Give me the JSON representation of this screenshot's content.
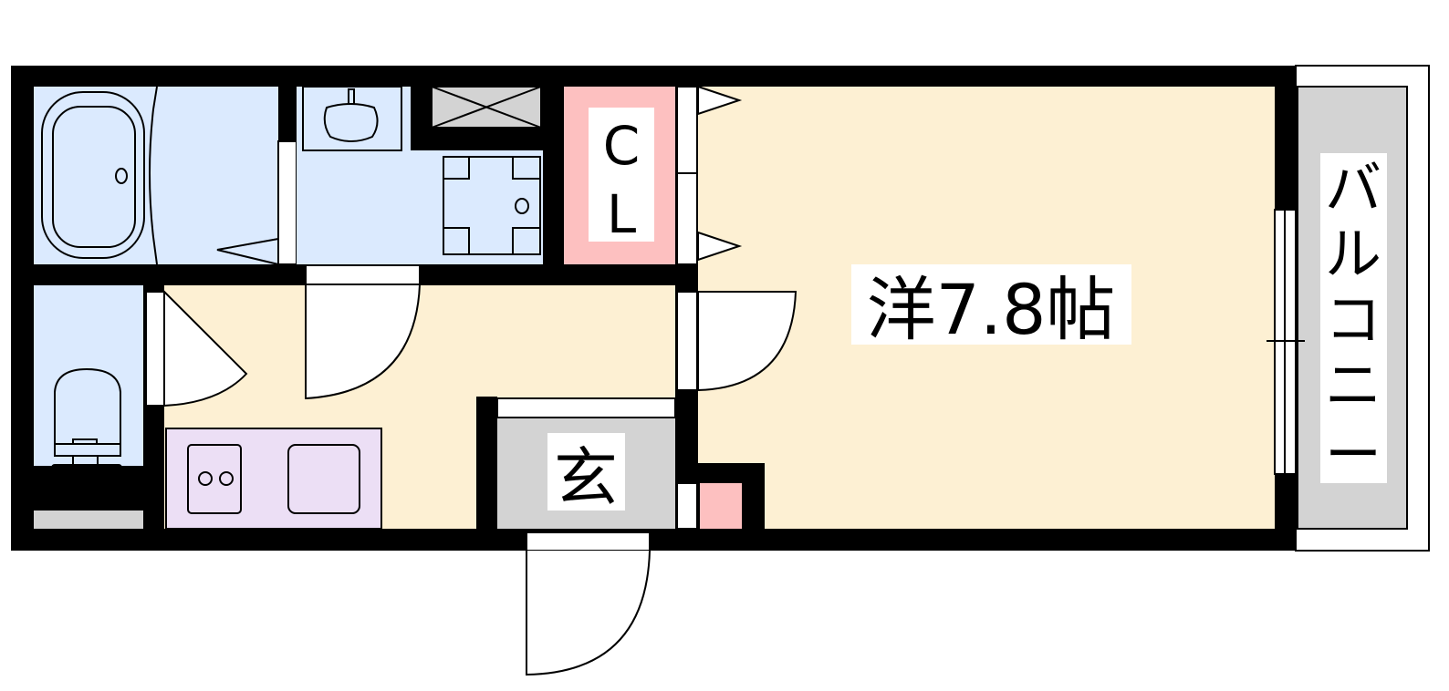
{
  "floor_plan": {
    "rooms": {
      "western_room": "洋7.8帖",
      "closet": [
        "C",
        "L"
      ],
      "entrance": "玄",
      "balcony": [
        "バ",
        "ル",
        "コ",
        "ニ",
        "ー"
      ]
    },
    "colors": {
      "wall": "#000000",
      "wet_area": "#dbeafe",
      "floor": "#fdf0d3",
      "closet": "#fdc0c0",
      "kitchen": "#ecdff5",
      "entrance": "#d3d3d3",
      "balcony": "#d3d3d3"
    }
  }
}
